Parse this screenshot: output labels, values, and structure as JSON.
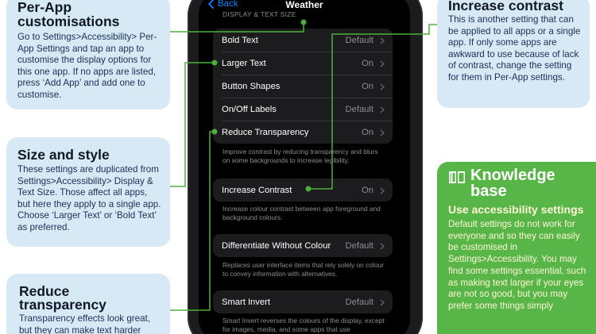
{
  "callouts": {
    "per_app": {
      "title": "Per-App customisations",
      "body": "Go to Settings>Accessibility> Per-App Settings and tap an app to customise the display options for this one app. If no apps are listed, press ‘Add App’ and add one to customise."
    },
    "size_style": {
      "title": "Size and style",
      "body": "These settings are duplicated from Settings>Accessibility> Display & Text Size. Those affect all apps, but here they apply to a single app. Choose ‘Larger Text’ or ‘Bold Text’ as preferred."
    },
    "reduce": {
      "title": "Reduce transparency",
      "body": "Transparency effects look great, but they can make text harder"
    },
    "increase": {
      "title": "Increase contrast",
      "body": "This is another setting that can be applied to all apps or a single app. If only some apps are awkward to use because of lack of contrast, change the setting for them in Per-App settings."
    }
  },
  "knowledge": {
    "icon": "open-book-icon",
    "title": "Knowledge base",
    "subtitle": "Use accessibility settings",
    "body": "Default settings do not work for everyone and so they can easily be customised in Settings>Accessibility. You may find some settings essential, such as making text larger if your eyes are not so good, but you may prefer some things simply"
  },
  "phone": {
    "back_label": "Back",
    "title": "Weather",
    "section_header": "DISPLAY & TEXT SIZE",
    "group1": [
      {
        "label": "Bold Text",
        "value": "Default"
      },
      {
        "label": "Larger Text",
        "value": "On"
      },
      {
        "label": "Button Shapes",
        "value": "On"
      },
      {
        "label": "On/Off Labels",
        "value": "Default"
      },
      {
        "label": "Reduce Transparency",
        "value": "On"
      }
    ],
    "footer1": "Improve contrast by reducing transparency and blurs on some backgrounds to increase legibility.",
    "increase_contrast": {
      "label": "Increase Contrast",
      "value": "On"
    },
    "footer2": "Increase colour contrast between app foreground and background colours.",
    "differentiate": {
      "label": "Differentiate Without Colour",
      "value": "Default"
    },
    "footer3": "Replaces user interface items that rely solely on colour to convey information with alternatives.",
    "smart_invert": {
      "label": "Smart Invert",
      "value": "Default"
    },
    "footer4": "Smart Invert reverses the colours of the display, except for images, media, and some apps that use"
  },
  "colors": {
    "callout_bg": "#d6e9f5",
    "knowledge_bg": "#58b548",
    "connector": "#4caf3a",
    "ios_blue": "#0a84ff"
  }
}
